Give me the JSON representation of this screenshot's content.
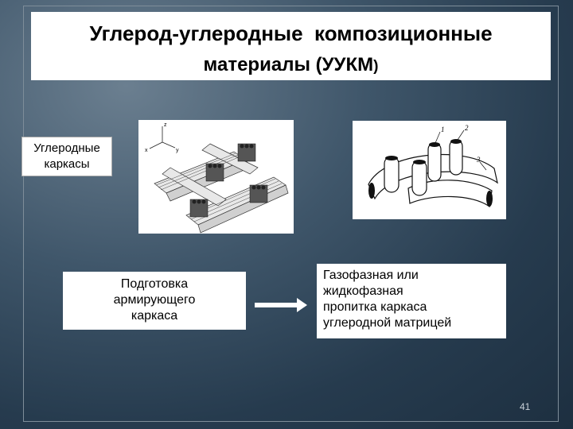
{
  "title": {
    "line1": "Углерод-углеродные  композиционные",
    "line2_main": "материалы (",
    "line2_abbrev": "УУКМ",
    "line2_close": ")"
  },
  "label": {
    "line1": "Углеродные",
    "line2": "каркасы"
  },
  "figures": {
    "left_icon": "woven-carbon-frame-illustration",
    "right_icon": "fiber-framework-diagram",
    "left_axis_labels": [
      "z",
      "y",
      "x"
    ],
    "right_callouts": [
      "1",
      "2",
      "3"
    ]
  },
  "steps": {
    "left": {
      "line1": "Подготовка",
      "line2": "армирующего",
      "line3": "каркаса"
    },
    "right": {
      "line1": "Газофазная или",
      "line2": "жидкофазная",
      "line3": "пропитка каркаса",
      "line4": "углеродной матрицей"
    },
    "arrow_icon": "right-arrow-icon"
  },
  "page_number": "41",
  "colors": {
    "background": "#2f4558",
    "panel": "#ffffff",
    "text": "#000000"
  }
}
